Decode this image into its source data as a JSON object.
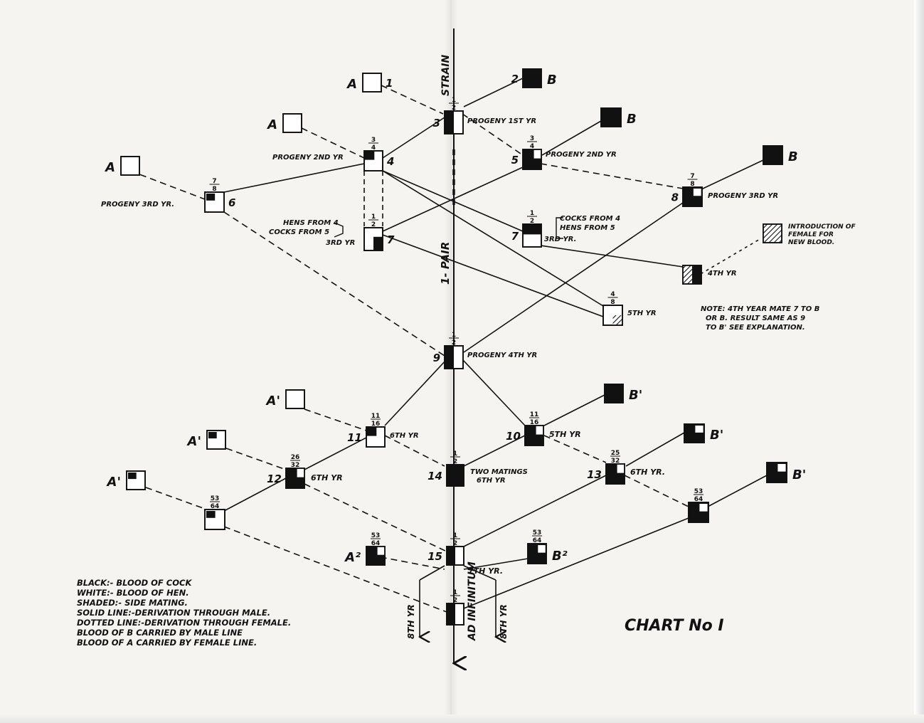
{
  "nodes": [
    {
      "id": "A1",
      "label": "A",
      "num": "1",
      "frac": "",
      "fill": "white"
    },
    {
      "id": "B1",
      "label": "B",
      "num": "2",
      "frac": "",
      "fill": "black"
    },
    {
      "id": "n3",
      "label": "",
      "num": "3",
      "frac": "1/2",
      "fill": "half"
    },
    {
      "id": "A2",
      "label": "A",
      "num": "",
      "frac": "",
      "fill": "white"
    },
    {
      "id": "B2",
      "label": "B",
      "num": "",
      "frac": "",
      "fill": "black"
    },
    {
      "id": "n4",
      "label": "",
      "num": "4",
      "frac": "3/4",
      "fill": "q-tl"
    },
    {
      "id": "n5",
      "label": "",
      "num": "5",
      "frac": "3/4",
      "fill": "q3"
    },
    {
      "id": "A3",
      "label": "A",
      "num": "",
      "frac": "",
      "fill": "white"
    },
    {
      "id": "B3",
      "label": "B",
      "num": "",
      "frac": "",
      "fill": "black"
    },
    {
      "id": "n6",
      "label": "",
      "num": "6",
      "frac": "7/8",
      "fill": "q-tl-small"
    },
    {
      "id": "n8",
      "label": "",
      "num": "8",
      "frac": "7/8",
      "fill": "b-tr-white"
    },
    {
      "id": "n7L",
      "label": "",
      "num": "7",
      "frac": "1/2",
      "fill": "half-br"
    },
    {
      "id": "n7R",
      "label": "",
      "num": "7",
      "frac": "1/2",
      "fill": "half-top"
    },
    {
      "id": "intro",
      "label": "",
      "num": "",
      "frac": "",
      "fill": "hatch"
    },
    {
      "id": "y4",
      "label": "",
      "num": "",
      "frac": "",
      "fill": "hatch-half"
    },
    {
      "id": "y5",
      "label": "",
      "num": "",
      "frac": "4/8",
      "fill": "hatch-br"
    },
    {
      "id": "n9",
      "label": "",
      "num": "9",
      "frac": "1/2",
      "fill": "half"
    },
    {
      "id": "Ap1",
      "label": "A'",
      "num": "",
      "frac": "",
      "fill": "white"
    },
    {
      "id": "Bp1",
      "label": "B'",
      "num": "",
      "frac": "",
      "fill": "black"
    },
    {
      "id": "n11",
      "label": "",
      "num": "11",
      "frac": "11/16",
      "fill": "q-tl"
    },
    {
      "id": "n10",
      "label": "",
      "num": "10",
      "frac": "11/16",
      "fill": "q3"
    },
    {
      "id": "Ap2",
      "label": "A'",
      "num": "",
      "frac": "",
      "fill": "q-tl-small"
    },
    {
      "id": "Bp2",
      "label": "B'",
      "num": "",
      "frac": "",
      "fill": "b-tr-white"
    },
    {
      "id": "n12",
      "label": "",
      "num": "12",
      "frac": "26/32",
      "fill": "q3"
    },
    {
      "id": "n14",
      "label": "",
      "num": "14",
      "frac": "1/2",
      "fill": "black"
    },
    {
      "id": "n13",
      "label": "",
      "num": "13",
      "frac": "25/32",
      "fill": "q3"
    },
    {
      "id": "Ap3",
      "label": "A'",
      "num": "",
      "frac": "",
      "fill": "q-tl-small"
    },
    {
      "id": "Bp3",
      "label": "B'",
      "num": "",
      "frac": "",
      "fill": "b-tr-white"
    },
    {
      "id": "n53L",
      "label": "",
      "num": "",
      "frac": "53/64",
      "fill": "q-tl-small"
    },
    {
      "id": "n53R",
      "label": "",
      "num": "",
      "frac": "53/64",
      "fill": "b-tr-white"
    },
    {
      "id": "A2b",
      "label": "A²",
      "num": "",
      "frac": "53/64",
      "fill": "q3"
    },
    {
      "id": "n15",
      "label": "",
      "num": "15",
      "frac": "1/2",
      "fill": "half"
    },
    {
      "id": "B2b",
      "label": "B²",
      "num": "",
      "frac": "53/64",
      "fill": "b-tr-white"
    },
    {
      "id": "n16",
      "label": "",
      "num": "",
      "frac": "1/2",
      "fill": "half"
    }
  ],
  "labels": {
    "strain": "STRAIN",
    "pair": "1- PAIR",
    "ad_infinitum": "AD INFINITUM",
    "progeny_1": "PROGENY 1ST YR",
    "progeny_2_left": "PROGENY 2ND YR",
    "progeny_2_right": "PROGENY 2ND YR",
    "progeny_3_left": "PROGENY 3RD YR.",
    "progeny_3_right": "PROGENY 3RD YR",
    "progeny_4": "PROGENY 4TH YR",
    "hens_from": "HENS FROM 4",
    "cocks_from": "COCKS FROM 5",
    "yr3_left": "3RD YR",
    "cocks_from_r": "COCKS FROM 4",
    "hens_from_r": "HENS FROM 5",
    "yr3_right": "3RD YR.",
    "intro_1": "INTRODUCTION OF",
    "intro_2": "FEMALE FOR",
    "intro_3": "NEW BLOOD.",
    "yr4": "4TH YR",
    "yr5_top": "5TH YR",
    "note_1": "NOTE: 4TH YEAR MATE 7 TO B",
    "note_2": "OR B. RESULT SAME AS 9",
    "note_3": "TO B' SEE EXPLANATION.",
    "yr6_left": "6TH YR",
    "yr5_right": "5TH YR",
    "yr6_left2": "6TH YR",
    "two_matings_1": "TWO MATINGS",
    "two_matings_2": "6TH YR",
    "yr6_right": "6TH YR.",
    "yr7": "7TH YR.",
    "yr8_left": "8TH YR",
    "yr8_right": "8TH YR",
    "chart_title": "CHART No I"
  },
  "legend": [
    "BLACK:- BLOOD OF COCK",
    "WHITE:- BLOOD OF HEN.",
    "SHADED:- SIDE MATING.",
    "SOLID LINE:-DERIVATION THROUGH MALE.",
    "DOTTED LINE:-DERIVATION THROUGH FEMALE.",
    "BLOOD OF B CARRIED BY MALE LINE",
    "BLOOD OF A CARRIED BY FEMALE LINE."
  ],
  "colors": {
    "ink": "#111111",
    "paper": "#f6f4f0"
  }
}
